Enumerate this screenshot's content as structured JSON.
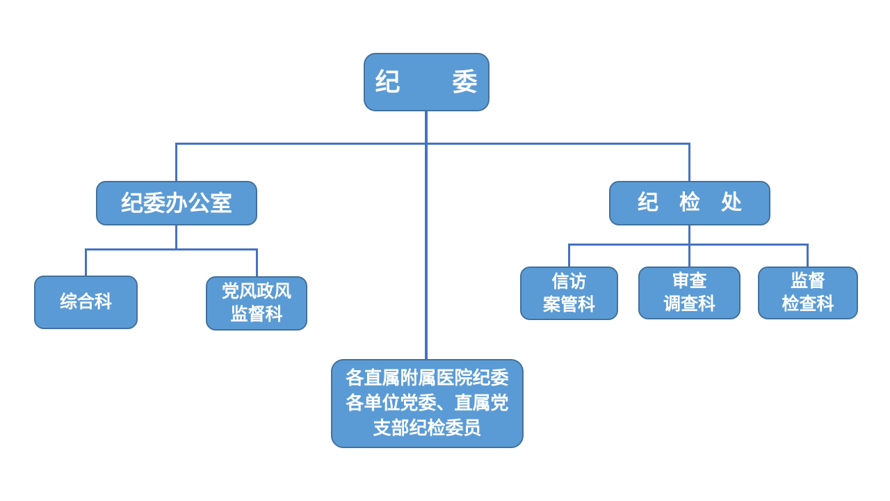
{
  "colors": {
    "box_fill": "#5B9BD5",
    "box_border": "#41719C",
    "connector": "#4472C4",
    "text": "#FFFFFF",
    "background": "#FFFFFF"
  },
  "nodes": {
    "root": {
      "label": "纪　　委"
    },
    "office": {
      "label": "纪委办公室"
    },
    "inspection_division": {
      "label": "纪　检　处"
    },
    "general_section": {
      "label": "综合科"
    },
    "party_style_section": {
      "label": "党风政风\n监督科"
    },
    "petition_section": {
      "label": "信访\n案管科"
    },
    "review_section": {
      "label": "审查\n调查科"
    },
    "supervision_section": {
      "label": "监督\n检查科"
    },
    "hospitals_committees": {
      "label": "各直属附属医院纪委\n各单位党委、直属党\n支部纪检委员"
    }
  },
  "edges": [
    {
      "from": "root",
      "to": "office"
    },
    {
      "from": "root",
      "to": "inspection_division"
    },
    {
      "from": "root",
      "to": "hospitals_committees"
    },
    {
      "from": "office",
      "to": "general_section"
    },
    {
      "from": "office",
      "to": "party_style_section"
    },
    {
      "from": "inspection_division",
      "to": "petition_section"
    },
    {
      "from": "inspection_division",
      "to": "review_section"
    },
    {
      "from": "inspection_division",
      "to": "supervision_section"
    }
  ]
}
